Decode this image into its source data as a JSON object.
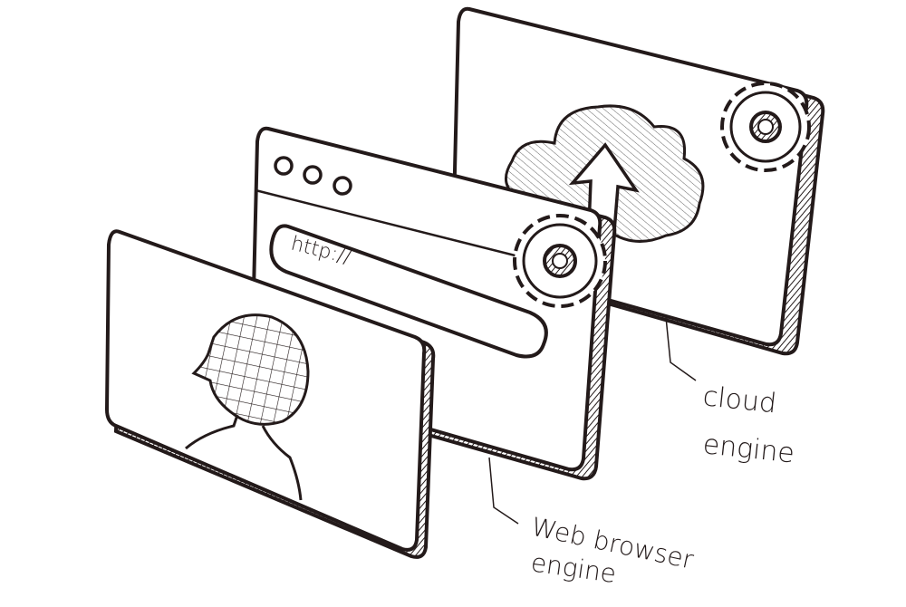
{
  "diagram": {
    "browser": {
      "address_text": "http://"
    },
    "labels": {
      "cloud_line1": "cloud",
      "cloud_line2": "engine",
      "browser_line1": "Web browser",
      "browser_line2": "engine"
    },
    "icons": [
      "cloud-upload-icon",
      "gear-icon",
      "gear-icon",
      "user-avatar-icon",
      "window-dots-icon"
    ],
    "colors": {
      "ink": "#231a1a",
      "paper": "#ffffff"
    }
  }
}
